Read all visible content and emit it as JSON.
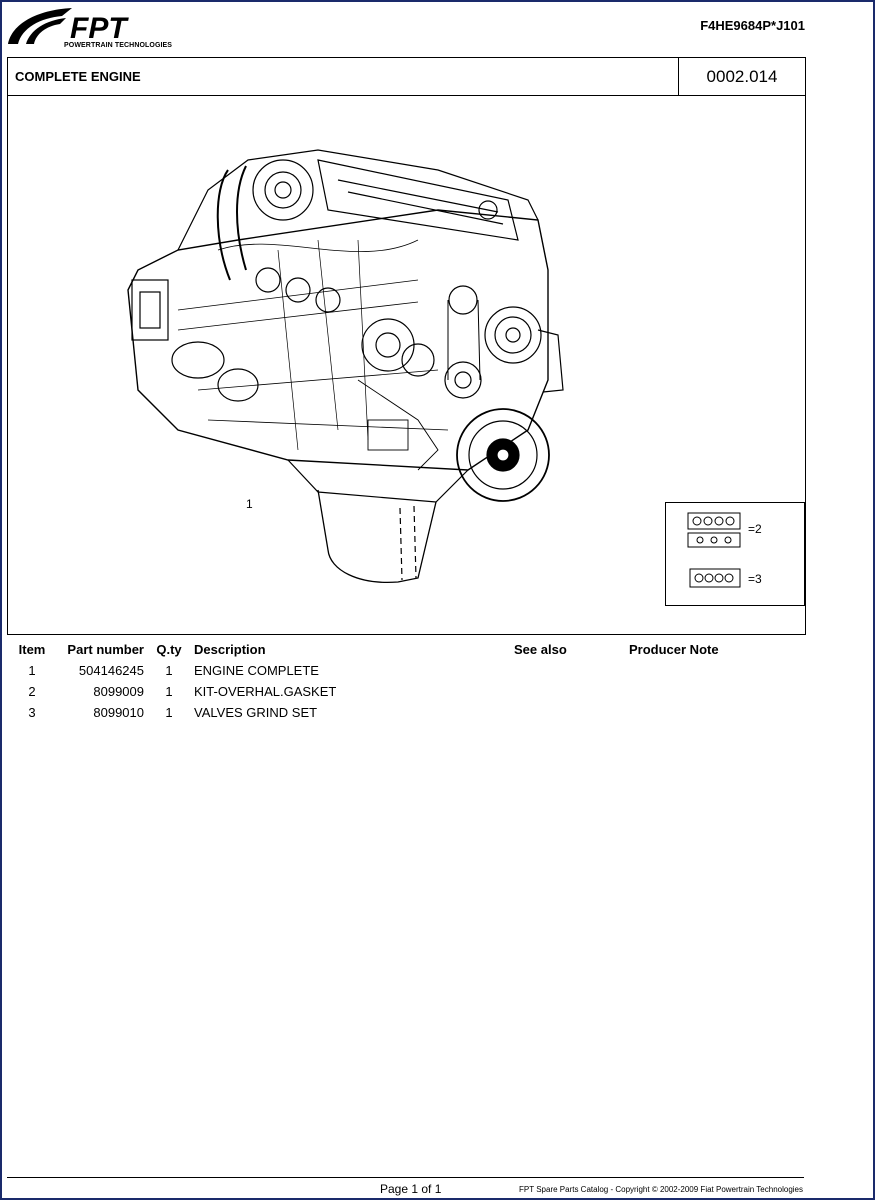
{
  "header": {
    "logo_text": "FPT",
    "logo_sub": "POWERTRAIN TECHNOLOGIES",
    "doc_code": "F4HE9684P*J101"
  },
  "title_bar": {
    "title": "COMPLETE ENGINE",
    "group_code": "0002.014"
  },
  "drawing": {
    "callout": "1",
    "legend": [
      {
        "label": "=2"
      },
      {
        "label": "=3"
      }
    ]
  },
  "table": {
    "headers": {
      "item": "Item",
      "part_number": "Part number",
      "qty": "Q.ty",
      "description": "Description",
      "see_also": "See also",
      "producer_note": "Producer Note"
    },
    "rows": [
      {
        "item": "1",
        "part_number": "504146245",
        "qty": "1",
        "description": "ENGINE COMPLETE",
        "see_also": "",
        "producer_note": ""
      },
      {
        "item": "2",
        "part_number": "8099009",
        "qty": "1",
        "description": "KIT-OVERHAL.GASKET",
        "see_also": "",
        "producer_note": ""
      },
      {
        "item": "3",
        "part_number": "8099010",
        "qty": "1",
        "description": "VALVES GRIND SET",
        "see_also": "",
        "producer_note": ""
      }
    ]
  },
  "footer": {
    "page": "Page 1 of 1",
    "copyright": "FPT Spare Parts Catalog - Copyright © 2002-2009 Fiat Powertrain Technologies"
  },
  "colors": {
    "frame": "#1a2a6b",
    "ink": "#000000"
  }
}
